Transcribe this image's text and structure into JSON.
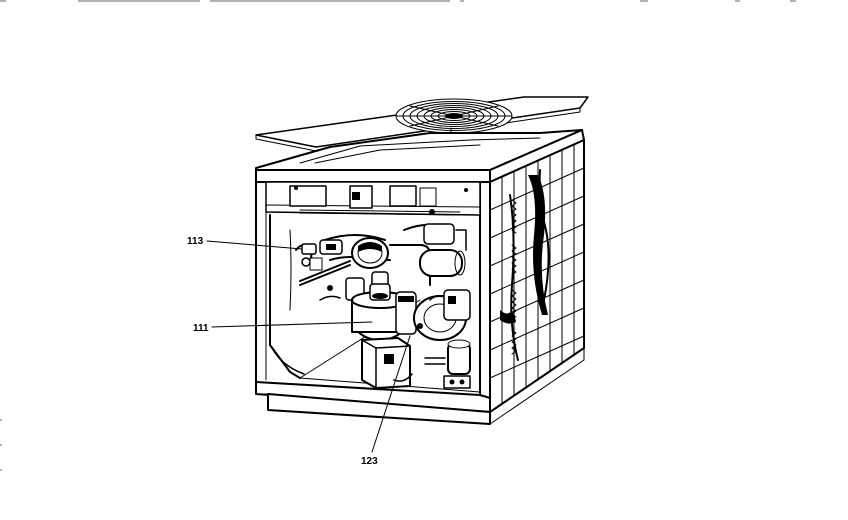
{
  "callouts": [
    {
      "id": "113",
      "label": "113"
    },
    {
      "id": "111",
      "label": "111"
    },
    {
      "id": "123",
      "label": "123"
    }
  ]
}
